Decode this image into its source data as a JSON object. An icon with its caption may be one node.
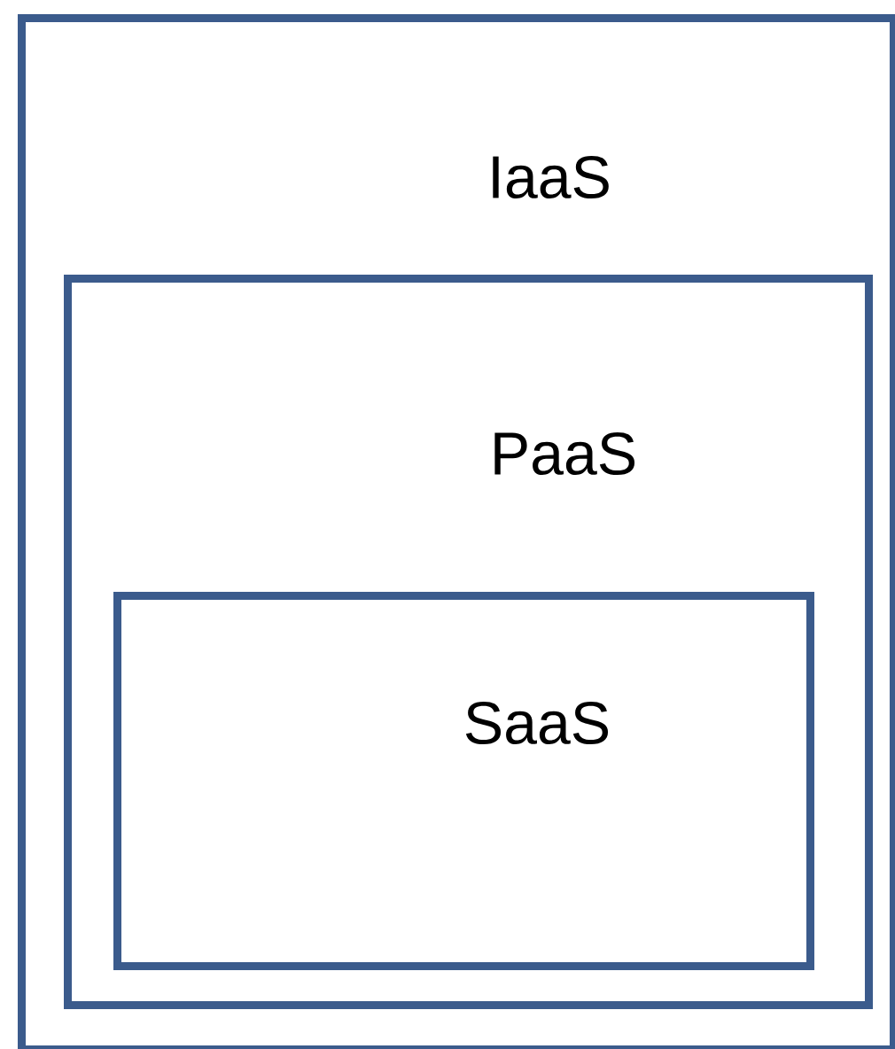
{
  "diagram": {
    "nodes": [
      {
        "text": [
          "IaaS"
        ]
      },
      {
        "text": [
          "PaaS"
        ],
        "in": 0
      },
      {
        "text": [
          "SaaS"
        ],
        "in": 1
      }
    ]
  }
}
